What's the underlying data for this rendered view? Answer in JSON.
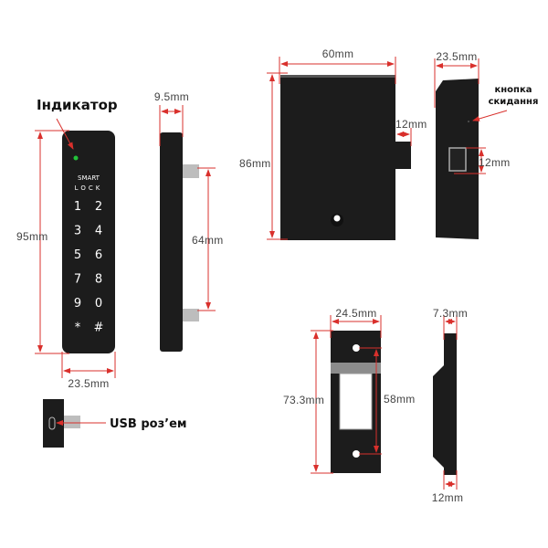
{
  "labels": {
    "indicator": "Індикатор",
    "usb": "USB роз’ем",
    "reset_line1": "кнопка",
    "reset_line2": "скидання",
    "brand_line1": "SMART",
    "brand_line2": "LOCK"
  },
  "keys": [
    "1",
    "2",
    "3",
    "4",
    "5",
    "6",
    "7",
    "8",
    "9",
    "0",
    "*",
    "#"
  ],
  "dims": {
    "keypad_height": "95mm",
    "keypad_width": "23.5mm",
    "keypad_depth": "9.5mm",
    "pin_spacing": "64mm",
    "body_width": "60mm",
    "body_height": "86mm",
    "bolt_length": "12mm",
    "body_depth": "23.5mm",
    "latch_height": "12mm",
    "strike_width": "24.5mm",
    "strike_height": "73.3mm",
    "strike_hole_spacing": "58mm",
    "strike_depth": "7.3mm",
    "strike_side": "12mm"
  },
  "colors": {
    "dimension": "#d9302c",
    "device": "#1c1c1c",
    "led": "#22c33a"
  }
}
